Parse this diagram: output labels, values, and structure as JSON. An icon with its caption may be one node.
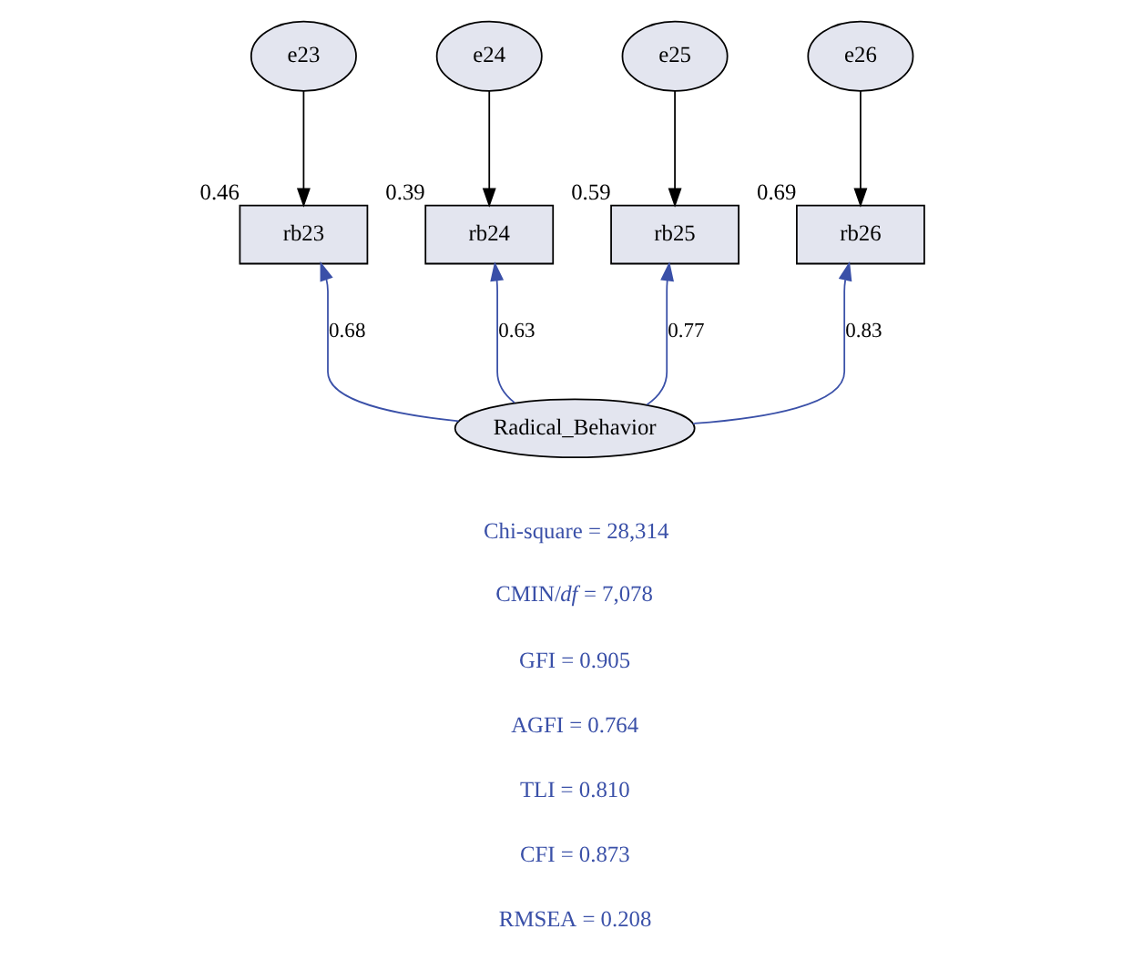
{
  "diagram": {
    "nodes": [
      {
        "text": [
          "e23"
        ]
      },
      {
        "text": [
          "e24"
        ]
      },
      {
        "text": [
          "e25"
        ]
      },
      {
        "text": [
          "e26"
        ]
      },
      {
        "text": [
          "rb23"
        ],
        "beside": [
          "0.46"
        ]
      },
      {
        "text": [
          "rb24"
        ],
        "beside": [
          "0.39"
        ]
      },
      {
        "text": [
          "rb25"
        ],
        "beside": [
          "0.59"
        ]
      },
      {
        "text": [
          "rb26"
        ],
        "beside": [
          "0.69"
        ]
      },
      {
        "text": [
          "Radical_Behavior"
        ]
      }
    ],
    "edges": [
      {
        "from": 0,
        "to": 4,
        "arrow": "to"
      },
      {
        "from": 1,
        "to": 5,
        "arrow": "to"
      },
      {
        "from": 2,
        "to": 6,
        "arrow": "to"
      },
      {
        "from": 3,
        "to": 7,
        "arrow": "to"
      },
      {
        "from": 8,
        "to": 4,
        "arrow": "to",
        "label": "0.68",
        "color": "#3a50a8"
      },
      {
        "from": 8,
        "to": 5,
        "arrow": "to",
        "label": "0.63",
        "color": "#3a50a8"
      },
      {
        "from": 8,
        "to": 6,
        "arrow": "to",
        "label": "0.77",
        "color": "#3a50a8"
      },
      {
        "from": 8,
        "to": 7,
        "arrow": "to",
        "label": "0.83",
        "color": "#3a50a8"
      }
    ],
    "labels": [
      "Chi-square = 28,314",
      "CMIN/*df* = 7,078",
      "GFI = 0.905",
      "AGFI = 0.764",
      "TLI = 0.810",
      "CFI = 0.873",
      "RMSEA = 0.208"
    ]
  }
}
